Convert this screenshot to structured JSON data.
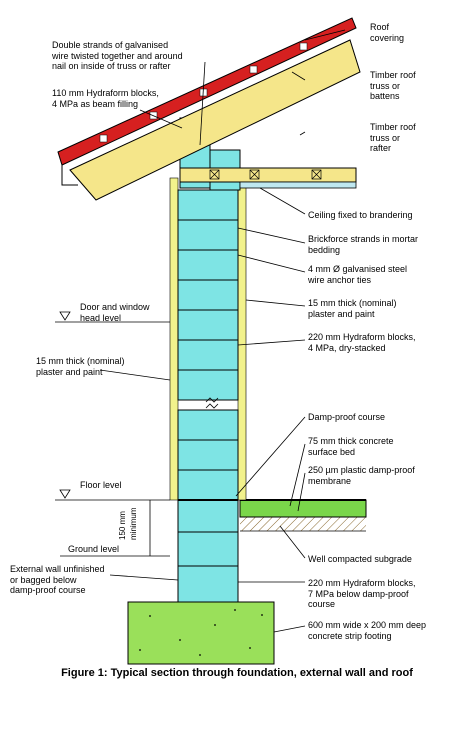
{
  "labels": {
    "double_strands": "Double strands of galvanised\nwire twisted together and around\nnail on inside of truss or rafter",
    "beam_filling": "110 mm Hydraform blocks,\n4 MPa as beam filling",
    "roof_covering": "Roof\ncovering",
    "timber_battens": "Timber roof\ntruss or\nbattens",
    "timber_rafter": "Timber roof\ntruss or\nrafter",
    "ceiling": "Ceiling fixed to brandering",
    "brickforce": "Brickforce strands in mortar\nbedding",
    "anchor_ties": "4 mm Ø galvanised steel\nwire anchor ties",
    "plaster_right": "15 mm thick (nominal)\nplaster and paint",
    "blocks_220_dry": "220 mm Hydraform blocks,\n4 MPa, dry-stacked",
    "plaster_left": "15 mm thick (nominal)\nplaster and paint",
    "door_window": "Door and window\nhead  level",
    "dpc": "Damp-proof course",
    "surface_bed": "75 mm thick concrete\nsurface bed",
    "membrane": "250 µm plastic damp-proof\nmembrane",
    "floor_level": "Floor level",
    "ground_level": "Ground level",
    "dim_150": "150 mm\nminimum",
    "subgrade": "Well compacted subgrade",
    "external_wall": "External wall unfinished\nor bagged below\ndamp-proof course",
    "blocks_220_7mpa": "220 mm Hydraform blocks,\n7 MPa below damp-proof\ncourse",
    "footing": "600 mm wide x 200 mm deep\nconcrete strip footing"
  },
  "caption": "Figure 1: Typical section through foundation, external wall and roof",
  "colors": {
    "block": "#7ee4e4",
    "plaster": "#f2f28c",
    "roof_tile": "#d62020",
    "timber": "#f5e68a",
    "concrete": "#7ad64a",
    "footing": "#9ae05a",
    "subgrade": "#c8a060"
  }
}
